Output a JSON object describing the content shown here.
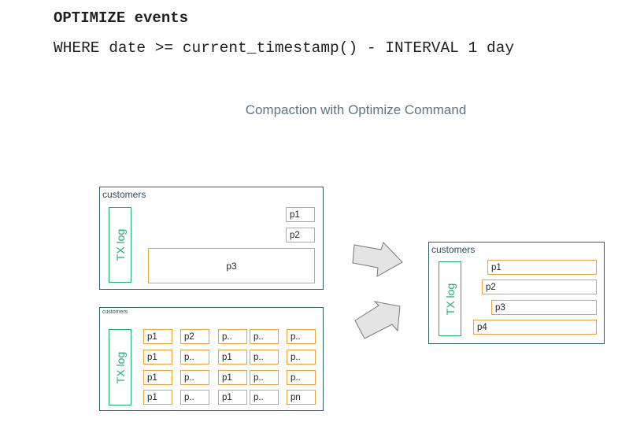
{
  "code": {
    "line1": "OPTIMIZE events",
    "line2": "WHERE date >= current_timestamp() - INTERVAL 1 day"
  },
  "diagram_title": "Compaction with Optimize Command",
  "colors": {
    "panel_border": "#2f5e63",
    "txlog_green": "#1fae6f",
    "partition_orange": "#e8a33b",
    "arrow_fill": "#e4e4e4",
    "title_gray": "#5f7580"
  },
  "panels": {
    "top_left": {
      "label": "customers",
      "txlog": "TX log",
      "partitions": [
        "p1",
        "p2",
        "p3"
      ]
    },
    "bottom_left": {
      "label": "customers",
      "txlog": "TX log",
      "grid": [
        [
          "p1",
          "p2",
          "p..",
          "p..",
          "p.."
        ],
        [
          "p1",
          "p..",
          "p1",
          "p..",
          "p.."
        ],
        [
          "p1",
          "p..",
          "p1",
          "p..",
          "p.."
        ],
        [
          "p1",
          "p..",
          "p1",
          "p..",
          "pn"
        ]
      ]
    },
    "right": {
      "label": "customers",
      "txlog": "TX log",
      "partitions": [
        "p1",
        "p2",
        "p3",
        "p4"
      ]
    }
  }
}
